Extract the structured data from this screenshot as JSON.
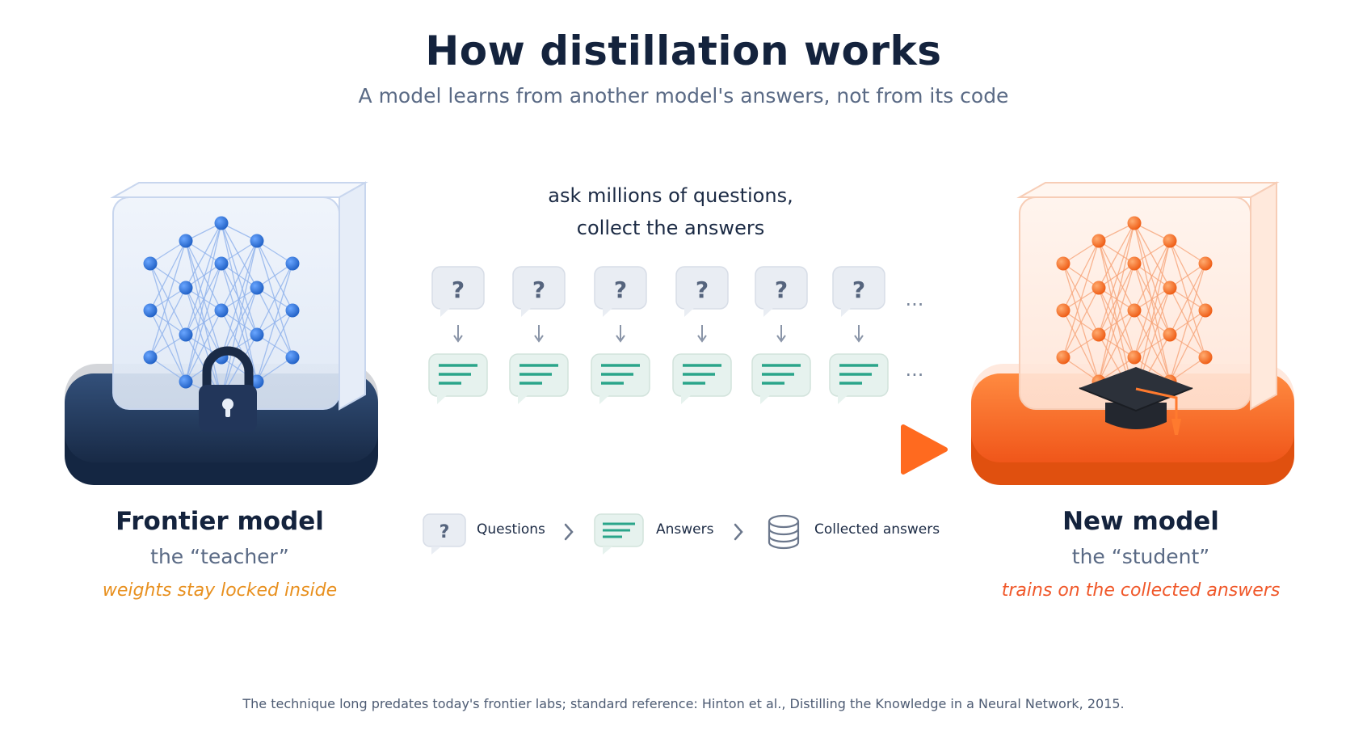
{
  "title": "How distillation works",
  "subtitle": "A model learns from another model's answers, not from its code",
  "center": {
    "prompt_line1": "ask millions of questions,",
    "prompt_line2": "collect the answers",
    "question_mark": "?",
    "ellipsis": "···"
  },
  "teacher": {
    "name": "Frontier model",
    "role": "the “teacher”",
    "note": "weights stay locked inside",
    "icon": "lock-icon",
    "colors": {
      "base": "#1f3556",
      "nodes": "#2f74d8",
      "note": "#e8901f"
    }
  },
  "student": {
    "name": "New model",
    "role": "the “student”",
    "note": "trains on the collected answers",
    "icon": "graduation-cap-icon",
    "colors": {
      "base": "#ff6a1f",
      "nodes": "#ff6a1f",
      "note": "#f0582a"
    }
  },
  "legend": {
    "questions": "Questions",
    "answers": "Answers",
    "collected": "Collected answers"
  },
  "footnote": "The technique long predates today's frontier labs; standard reference: Hinton et al., Distilling the Knowledge in a Neural Network, 2015."
}
